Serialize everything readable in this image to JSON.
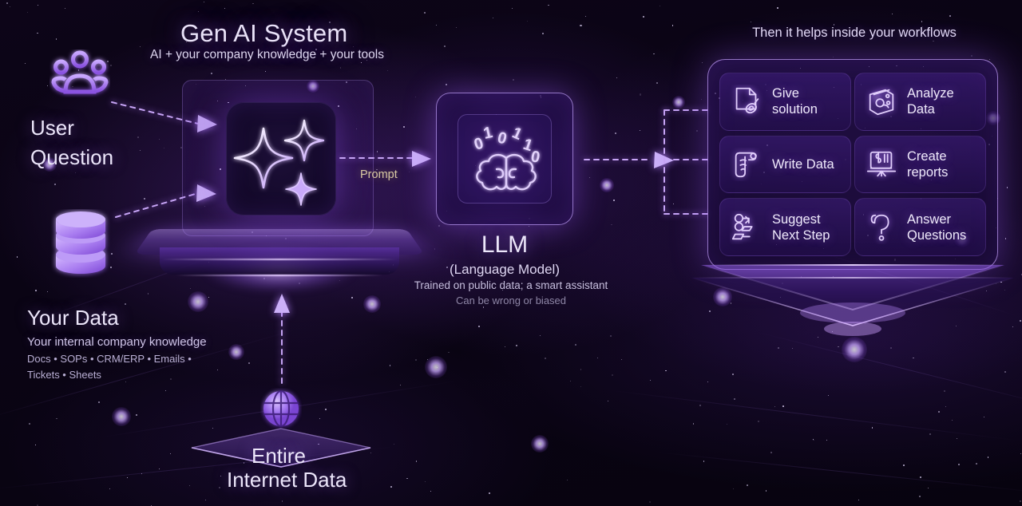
{
  "title": {
    "heading": "Gen AI System",
    "subheading": "AI + your company knowledge + your tools"
  },
  "inputs": {
    "user": {
      "icon": "users-group-icon",
      "label_line1": "User",
      "label_line2": "Question"
    },
    "data": {
      "icon": "database-icon",
      "label": "Your Data",
      "description": "Your internal company knowledge",
      "detail_line1": "Docs • SOPs • CRM/ERP • Emails •",
      "detail_line2": "Tickets • Sheets"
    },
    "internet": {
      "icon": "globe-icon",
      "label_line1": "Entire",
      "label_line2": "Internet Data"
    }
  },
  "core": {
    "icon": "ai-sparkles-icon",
    "prompt_label": "Prompt"
  },
  "llm": {
    "icon": "brain-binary-icon",
    "binary_digits": "1 0 1 1 0",
    "title": "LLM",
    "subtitle": "(Language Model)",
    "description": "Trained on public data; a smart assistant",
    "caveat": "Can be wrong or biased"
  },
  "workflows": {
    "heading": "Then it helps inside your workflows",
    "cards": [
      {
        "icon": "document-pen-icon",
        "label_line1": "Give",
        "label_line2": "solution"
      },
      {
        "icon": "analyze-chart-icon",
        "label_line1": "Analyze",
        "label_line2": "Data"
      },
      {
        "icon": "scroll-write-icon",
        "label_line1": "Write Data",
        "label_line2": ""
      },
      {
        "icon": "laptop-report-icon",
        "label_line1": "Create",
        "label_line2": "reports"
      },
      {
        "icon": "flow-steps-icon",
        "label_line1": "Suggest",
        "label_line2": "Next Step"
      },
      {
        "icon": "question-mark-icon",
        "label_line1": "Answer",
        "label_line2": "Questions"
      }
    ]
  },
  "colors": {
    "background": "#07030f",
    "accent_purple": "#a875f5",
    "accent_light": "#d9c6ff",
    "prompt_gold": "#d9c9a3",
    "text_primary": "#ece6fa",
    "text_muted": "#8e86a6"
  }
}
